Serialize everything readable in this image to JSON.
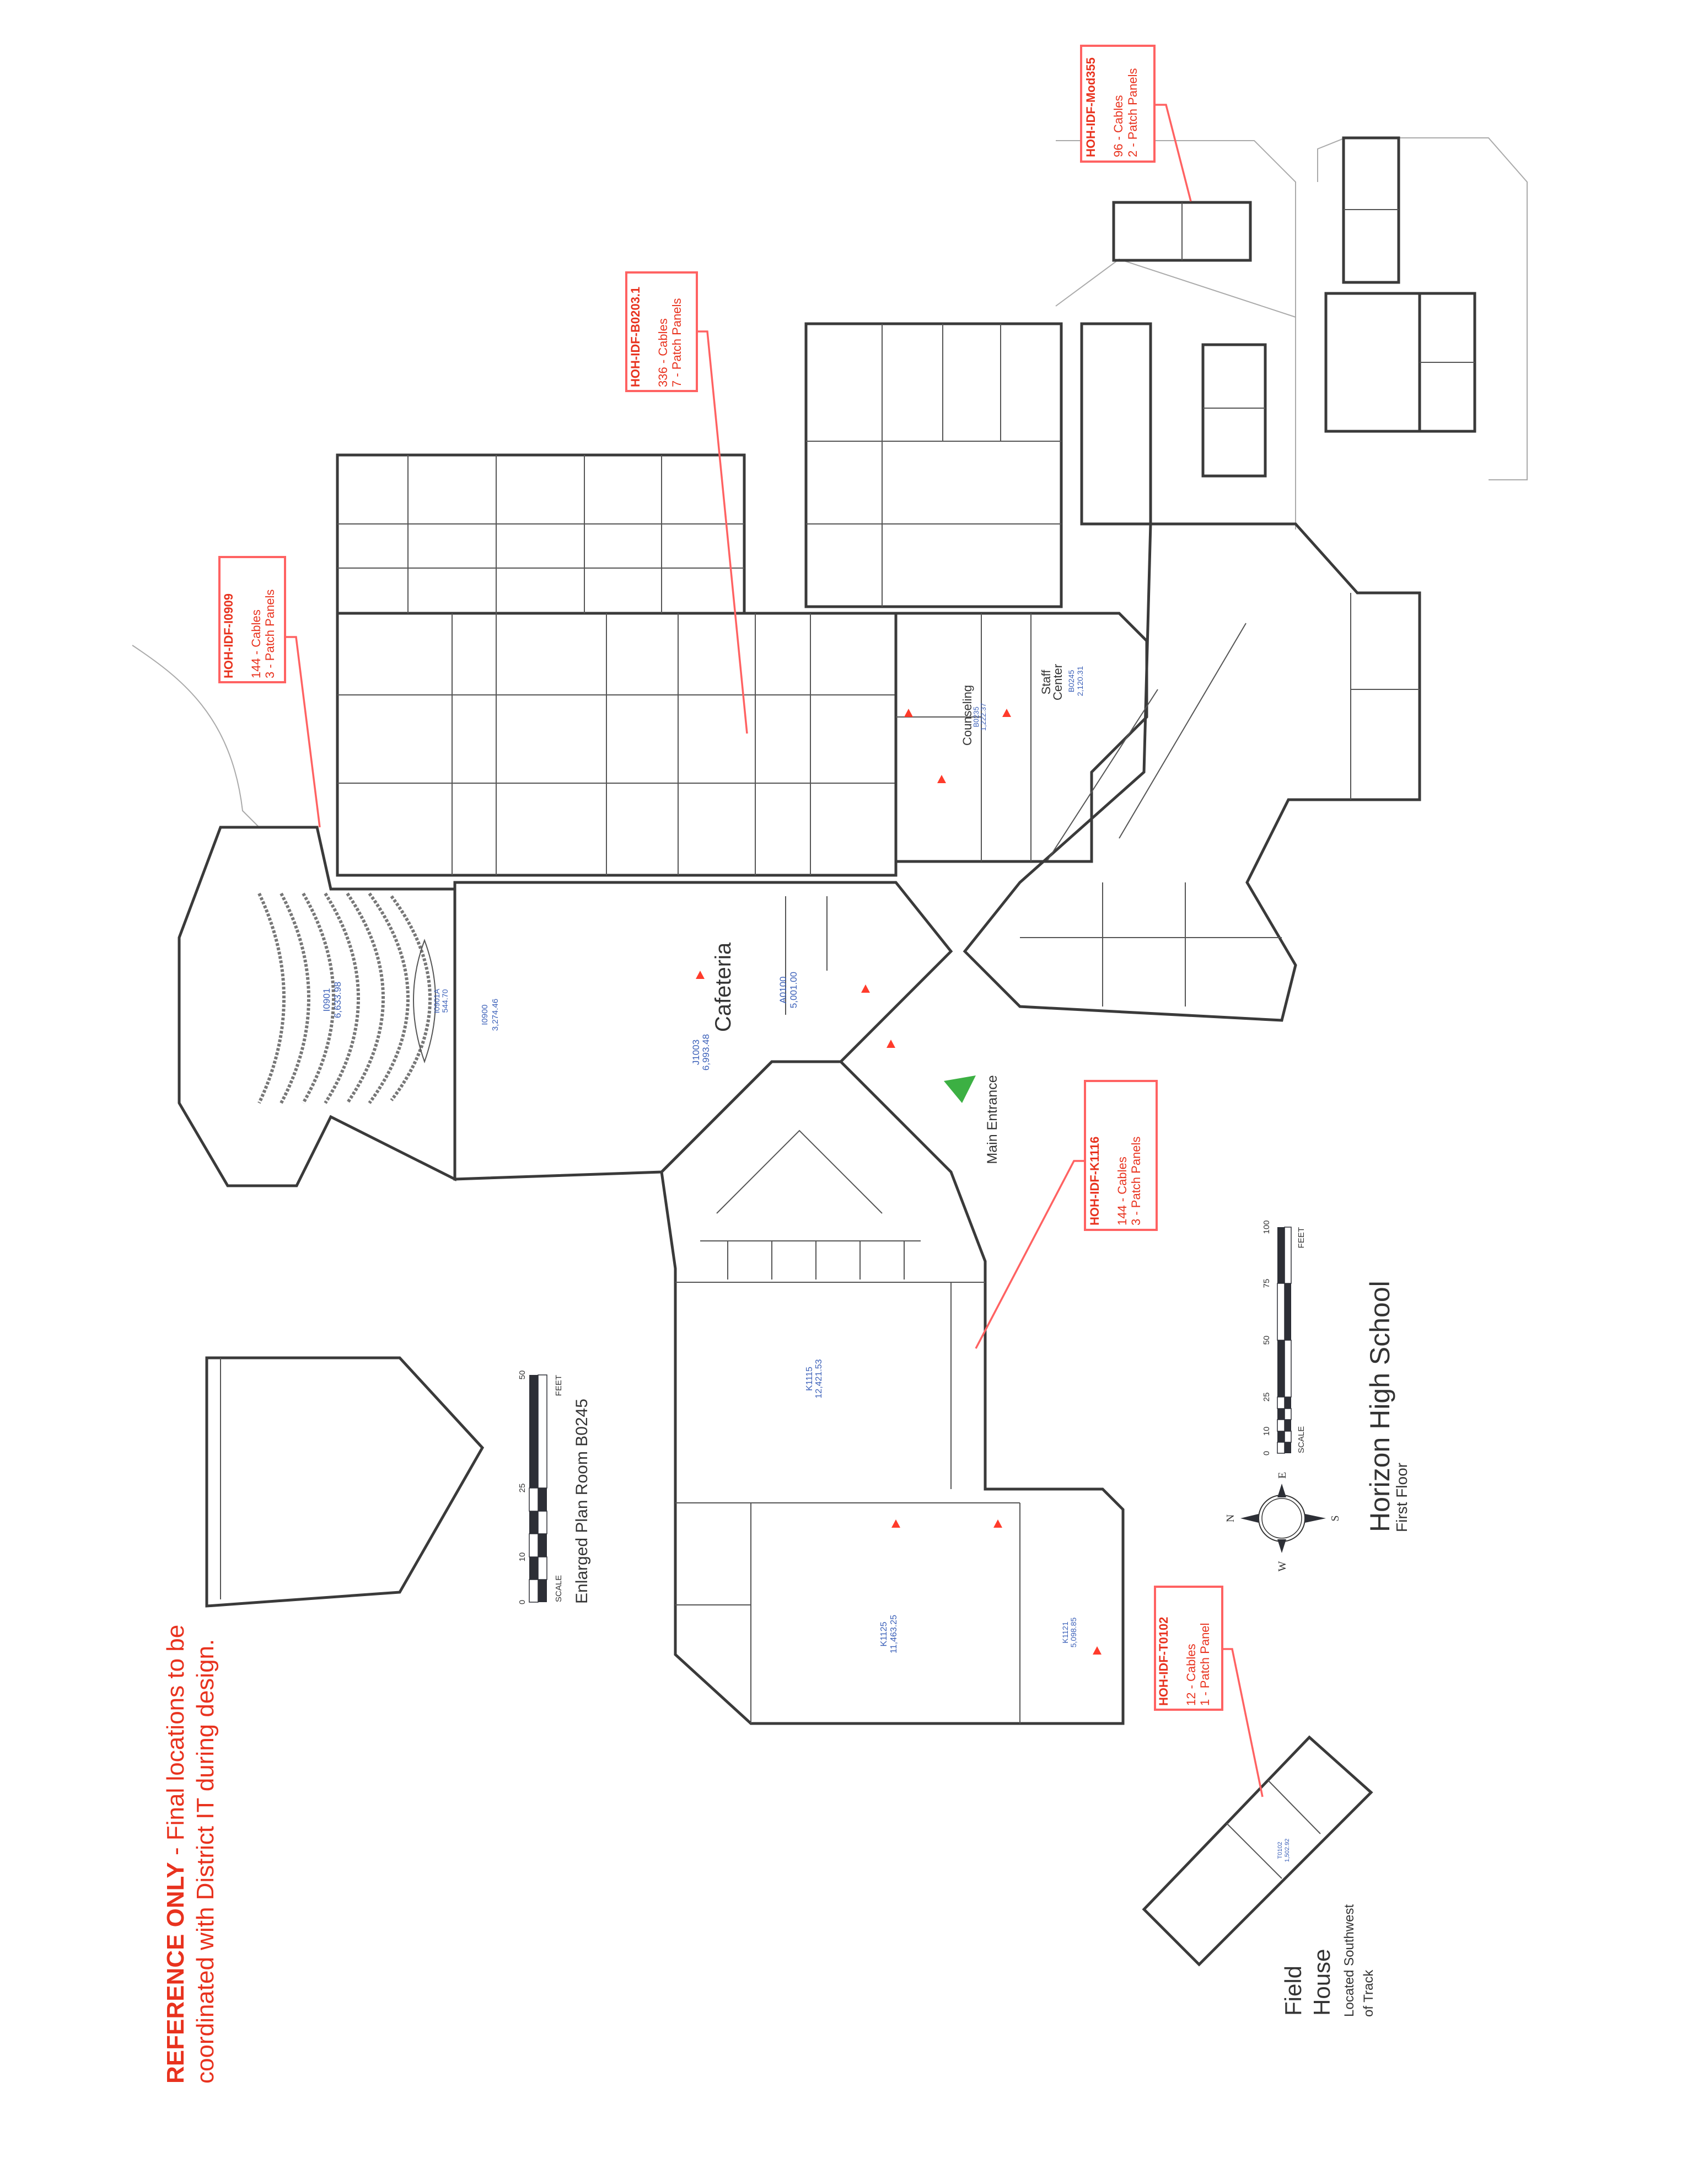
{
  "disclaimer": {
    "bold": "REFERENCE ONLY",
    "line1_rest": " - Final locations to be",
    "line2": "coordinated with District IT during design."
  },
  "title": {
    "school": "Horizon High School",
    "floor": "First Floor"
  },
  "field_house": {
    "title_line1": "Field",
    "title_line2": "House",
    "note_line1": "Located Southwest",
    "note_line2": "of Track"
  },
  "enlarged_plan": {
    "title": "Enlarged Plan Room B0245",
    "scale_label": "SCALE",
    "unit_label": "FEET",
    "ticks": [
      "0",
      "10",
      "25",
      "50"
    ]
  },
  "main_scale": {
    "scale_label": "SCALE",
    "unit_label": "FEET",
    "ticks": [
      "0",
      "10",
      "25",
      "50",
      "75",
      "100"
    ]
  },
  "compass": {
    "n": "N",
    "e": "E",
    "s": "S",
    "w": "W"
  },
  "main_entrance": "Main Entrance",
  "callouts": [
    {
      "id": "HOH-IDF-Mod355",
      "cables": "96 - Cables",
      "panels": "2 - Patch Panels"
    },
    {
      "id": "HOH-IDF-B0203.1",
      "cables": "336 - Cables",
      "panels": "7 - Patch Panels"
    },
    {
      "id": "HOH-IDF-I0909",
      "cables": "144 - Cables",
      "panels": "3 - Patch Panels"
    },
    {
      "id": "HOH-IDF-K1116",
      "cables": "144 - Cables",
      "panels": "3 - Patch Panels"
    },
    {
      "id": "HOH-IDF-T0102",
      "cables": "12 - Cables",
      "panels": "1 - Patch Panel"
    }
  ],
  "spaces": {
    "cafeteria": "Cafeteria",
    "counseling": "Counseling",
    "staff_line1": "Staff",
    "staff_line2": "Center"
  },
  "rooms": [
    {
      "id": "J1003",
      "area": "6,993.48"
    },
    {
      "id": "A0100",
      "area": "5,001.00"
    },
    {
      "id": "I0901",
      "area": "6,633.98"
    },
    {
      "id": "I0901A",
      "area": "544.70"
    },
    {
      "id": "I0900",
      "area": "3,274.46"
    },
    {
      "id": "B0245",
      "area": "2,120.31"
    },
    {
      "id": "B0235",
      "area": "1,222.37"
    },
    {
      "id": "K1115",
      "area": "12,421.53"
    },
    {
      "id": "K1125",
      "area": "11,463.25"
    },
    {
      "id": "K1121",
      "area": "5,098.85"
    },
    {
      "id": "T0102",
      "area": "1,502.92"
    }
  ],
  "colors": {
    "callout": "#ff6262",
    "callout_text": "#e8321e",
    "room_text": "#3a5fb8",
    "entrance_marker": "#3cb043"
  }
}
